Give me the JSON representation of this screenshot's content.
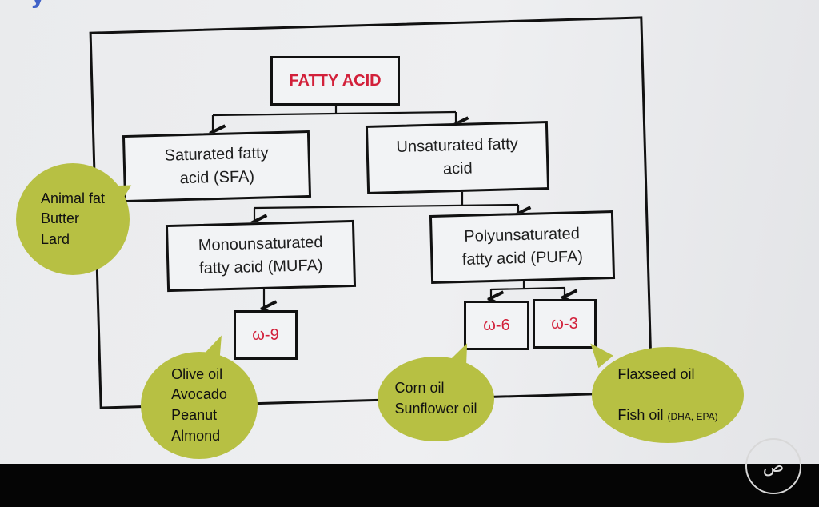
{
  "diagram": {
    "title_fragment": "y",
    "root": "FATTY ACID",
    "saturated": "Saturated fatty\nacid  (SFA)",
    "unsaturated": "Unsaturated fatty\nacid",
    "mufa": "Monounsaturated\nfatty acid (MUFA)",
    "pufa": "Polyunsaturated\nfatty acid (PUFA)",
    "omega9": "ω-9",
    "omega6": "ω-6",
    "omega3": "ω-3"
  },
  "bubbles": {
    "sfa_sources": "Animal fat\nButter\nLard",
    "omega9_sources": "Olive oil\nAvocado\nPeanut\nAlmond",
    "omega6_sources": "Corn oil\nSunflower oil",
    "omega3_line1": "Flaxseed oil",
    "omega3_line2": "Fish oil",
    "omega3_note": "(DHA, EPA)"
  },
  "logo": {
    "icon": "channel-logo-icon",
    "text": "ص"
  },
  "colors": {
    "accent_red": "#d2203a",
    "bubble_green": "#b7c043",
    "title_blue": "#4062c8"
  }
}
